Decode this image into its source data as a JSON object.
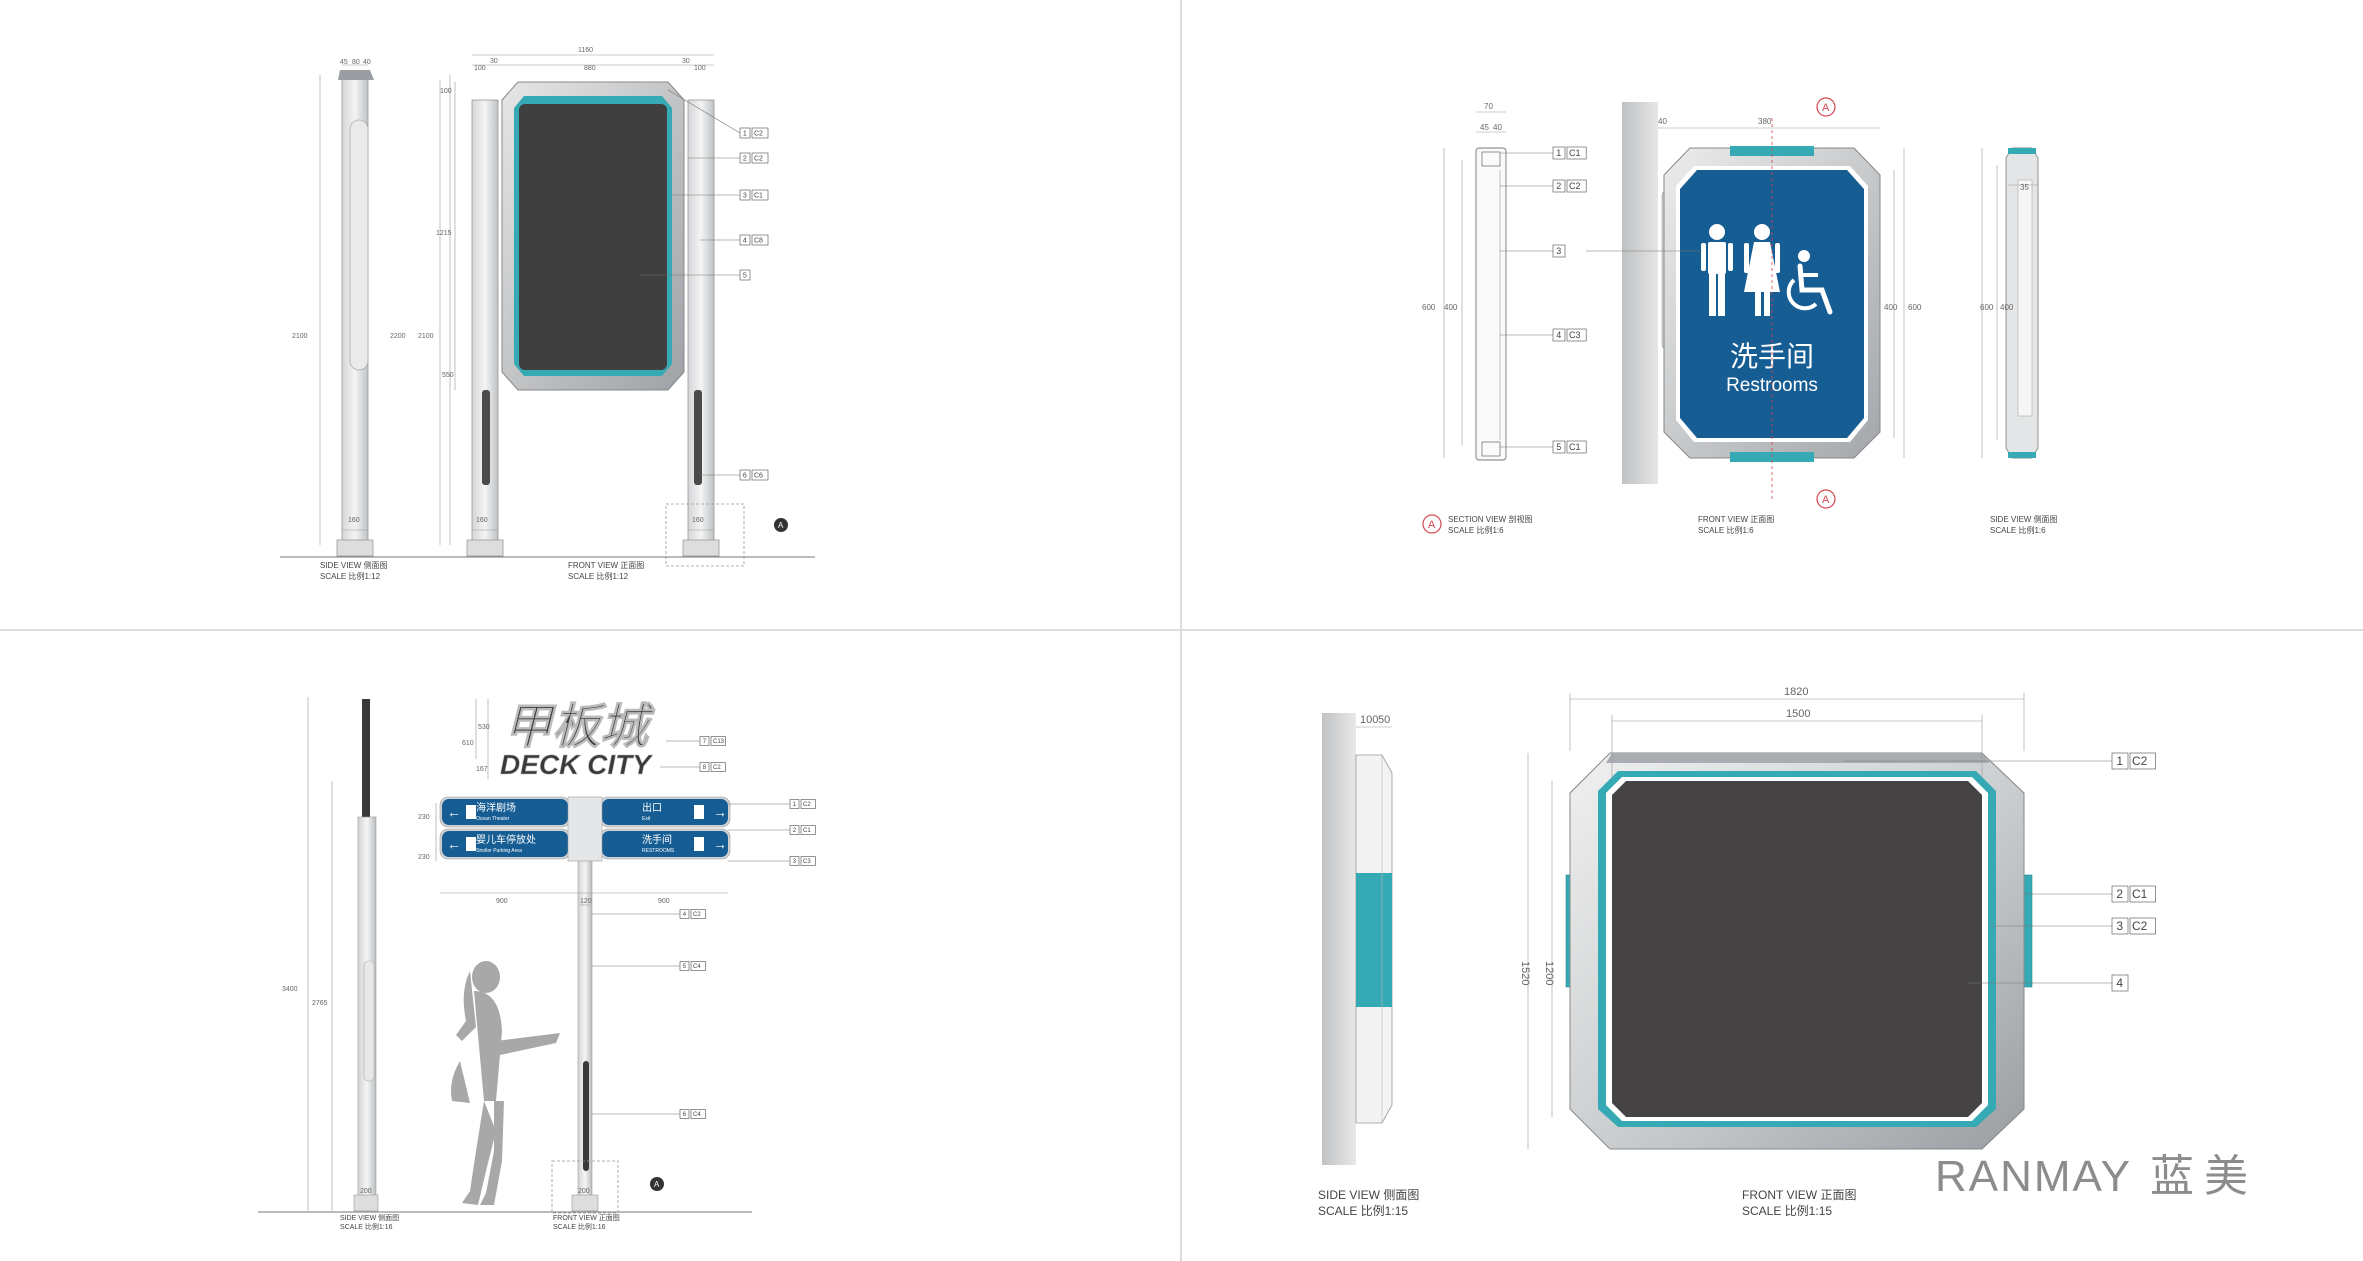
{
  "panel1": {
    "side_caption": [
      "SIDE VIEW 侧面图",
      "SCALE 比例1:12"
    ],
    "front_caption": [
      "FRONT VIEW 正面图",
      "SCALE 比例1:12"
    ],
    "dims": [
      "1160",
      "880",
      "100",
      "100",
      "30",
      "30",
      "100",
      "1215",
      "2100",
      "2200",
      "2100",
      "550",
      "160",
      "160",
      "160",
      "45",
      "80",
      "40"
    ],
    "callouts": [
      {
        "num": "1",
        "code": "C2"
      },
      {
        "num": "2",
        "code": "C2"
      },
      {
        "num": "3",
        "code": "C1"
      },
      {
        "num": "4",
        "code": "C8"
      },
      {
        "num": "5",
        "code": ""
      },
      {
        "num": "6",
        "code": "C6"
      }
    ],
    "marker": "A"
  },
  "panel2": {
    "section_caption": [
      "SECTION VIEW 剖视图",
      "SCALE 比例1:6"
    ],
    "front_caption": [
      "FRONT VIEW 正面图",
      "SCALE 比例1:6"
    ],
    "side_caption": [
      "SIDE VIEW 侧面图",
      "SCALE 比例1:6"
    ],
    "sign_cn": "洗手间",
    "sign_en": "Restrooms",
    "marker": "A",
    "dims": [
      "70",
      "45",
      "40",
      "40",
      "380",
      "600",
      "400",
      "400",
      "600",
      "600",
      "400",
      "35"
    ],
    "callouts": [
      {
        "num": "1",
        "code": "C1"
      },
      {
        "num": "2",
        "code": "C2"
      },
      {
        "num": "3",
        "code": ""
      },
      {
        "num": "4",
        "code": "C3"
      },
      {
        "num": "5",
        "code": "C1"
      }
    ]
  },
  "panel3": {
    "logo_cn": "甲板城",
    "logo_en": "DECK CITY",
    "signs": [
      {
        "cn": "海洋剧场",
        "en": "Ocean Theater",
        "dir": "left"
      },
      {
        "cn": "出口",
        "en": "Exit",
        "dir": "right"
      },
      {
        "cn": "婴儿车停放处",
        "en": "Stroller Parking Area",
        "dir": "left"
      },
      {
        "cn": "洗手间",
        "en": "RESTROOMS",
        "dir": "right"
      }
    ],
    "side_caption": [
      "SIDE VIEW 侧面图",
      "SCALE 比例1:16"
    ],
    "front_caption": [
      "FRONT VIEW 正面图",
      "SCALE 比例1:16"
    ],
    "dims": [
      "3400",
      "2765",
      "530",
      "610",
      "167",
      "230",
      "230",
      "900",
      "900",
      "120",
      "200",
      "200"
    ],
    "callouts": [
      {
        "num": "7",
        "code": "C13"
      },
      {
        "num": "8",
        "code": "C2"
      },
      {
        "num": "1",
        "code": "C2"
      },
      {
        "num": "2",
        "code": "C1"
      },
      {
        "num": "3",
        "code": "C3"
      },
      {
        "num": "4",
        "code": "C2"
      },
      {
        "num": "5",
        "code": "C4"
      },
      {
        "num": "6",
        "code": "C4"
      }
    ],
    "marker": "A"
  },
  "panel4": {
    "dims": [
      "1820",
      "1500",
      "100",
      "50",
      "1520",
      "1200"
    ],
    "callouts": [
      {
        "num": "1",
        "code": "C2"
      },
      {
        "num": "2",
        "code": "C1"
      },
      {
        "num": "3",
        "code": "C2"
      },
      {
        "num": "4",
        "code": ""
      }
    ],
    "side_caption": [
      "SIDE VIEW 侧面图",
      "SCALE 比例1:15"
    ],
    "front_caption": [
      "FRONT VIEW 正面图",
      "SCALE 比例1:15"
    ]
  },
  "brand": {
    "en": "RANMAY",
    "cn": "蓝美"
  },
  "colors": {
    "teal": "#35aab5",
    "navy": "#165d93",
    "panel_dark": "#3f3f3f",
    "frame": "#c8ccd0"
  }
}
